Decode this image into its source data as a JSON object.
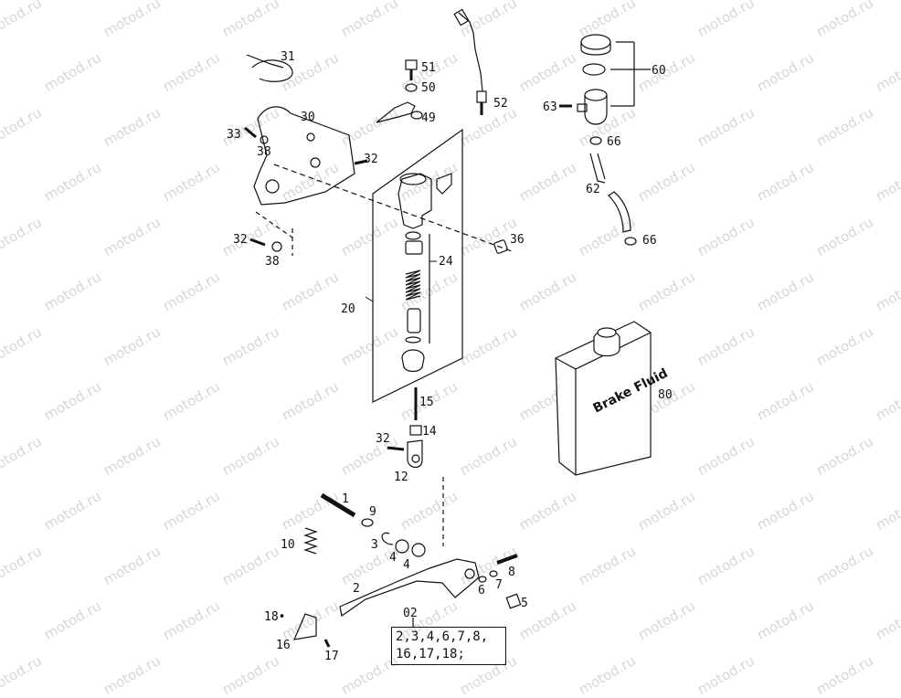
{
  "watermark": "motod.ru",
  "callouts": {
    "c1": "1",
    "c2": "2",
    "c3": "3",
    "c4a": "4",
    "c4b": "4",
    "c5": "5",
    "c6": "6",
    "c7": "7",
    "c8": "8",
    "c9": "9",
    "c10": "10",
    "c12": "12",
    "c14": "14",
    "c15": "15",
    "c16": "16",
    "c17": "17",
    "c18": "18•",
    "c20": "20",
    "c24": "24",
    "c30": "30",
    "c31": "31",
    "c32a": "32",
    "c32b": "32",
    "c32c": "32",
    "c33": "33",
    "c36": "36",
    "c38a": "38",
    "c38b": "38",
    "c49": "49",
    "c50": "50",
    "c51": "51",
    "c52": "52",
    "c60": "60",
    "c62": "62",
    "c63": "63",
    "c66a": "66",
    "c66b": "66",
    "c80": "80",
    "c02": "02"
  },
  "kit": {
    "line1": "2,3,4,6,7,8,",
    "line2": "16,17,18;"
  },
  "can_label": "Brake Fluid"
}
